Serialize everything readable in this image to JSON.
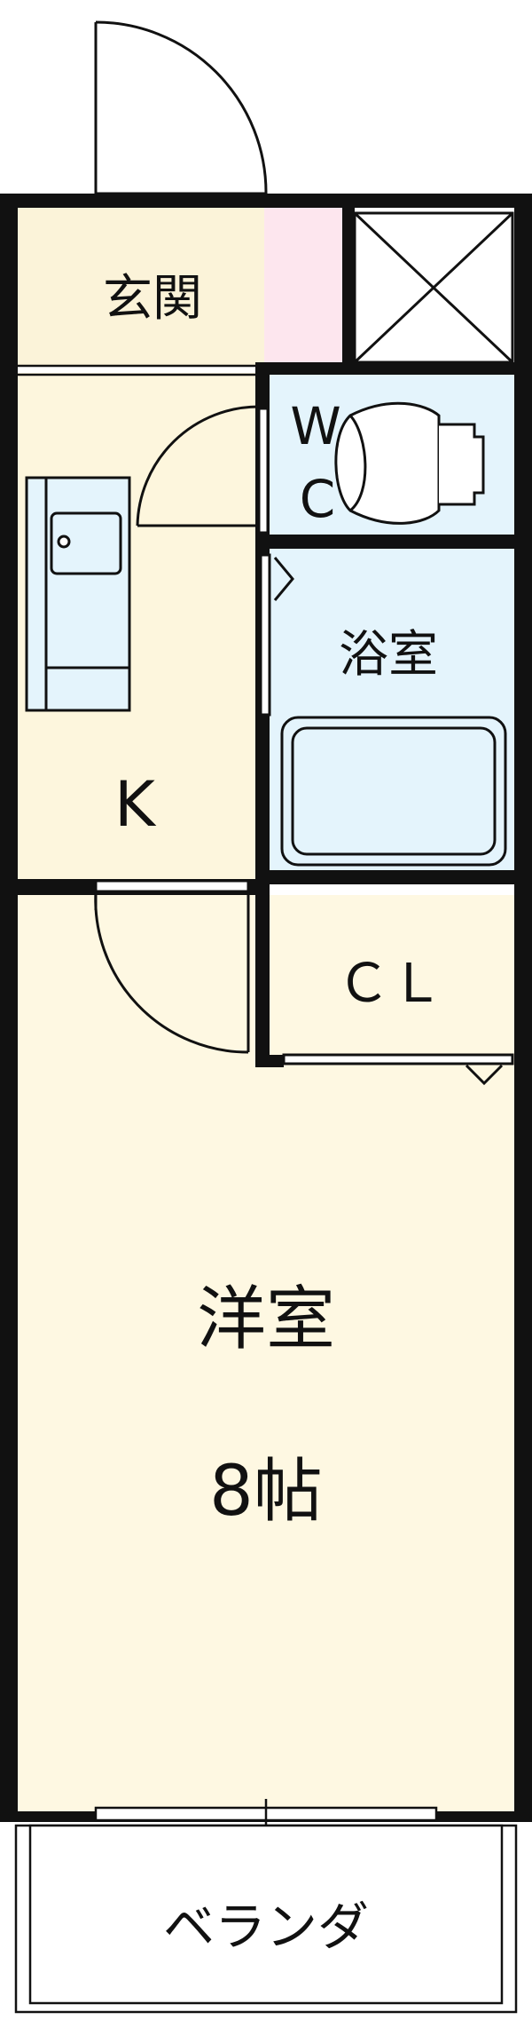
{
  "rooms": {
    "entrance": "玄関",
    "kitchen": "K",
    "wc_w": "W",
    "wc_c": "C",
    "bath": "浴室",
    "closet": "ＣＬ",
    "western_room": "洋室",
    "western_room_size": "8帖",
    "balcony": "ベランダ"
  },
  "colors": {
    "wall": "#111111",
    "entrance_fill": "#fbf3d9",
    "kitchen_fill": "#fdf6dd",
    "room_fill": "#fef8e2",
    "wet_fill": "#e4f4fc",
    "pink_fill": "#fde6ee",
    "balcony_fill": "#ffffff"
  }
}
